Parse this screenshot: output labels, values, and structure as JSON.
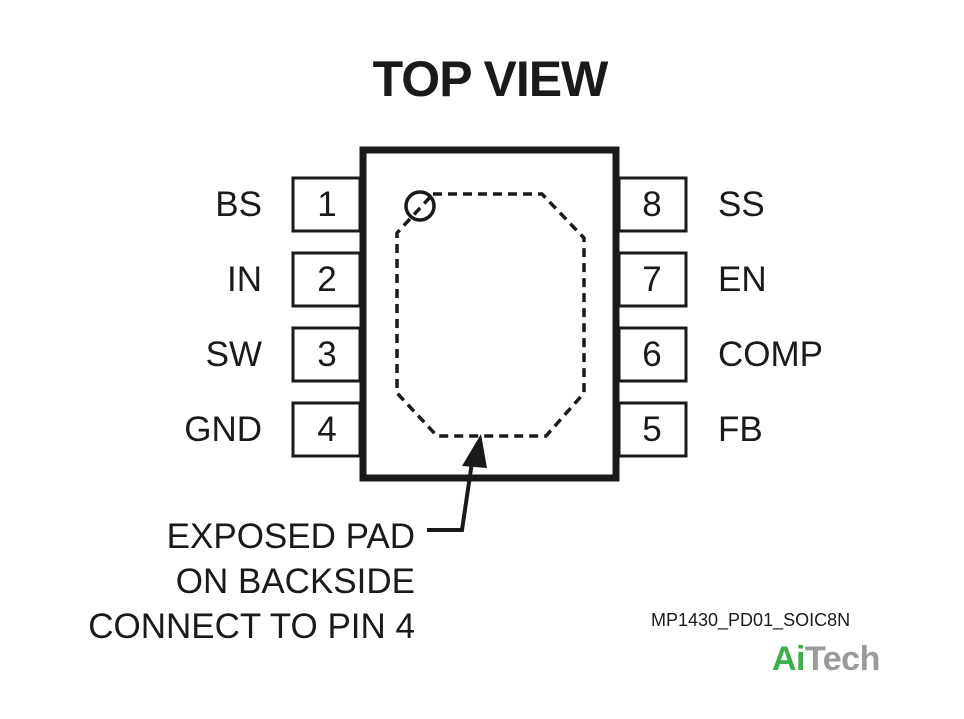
{
  "title": "TOP VIEW",
  "pins_left": [
    {
      "num": "1",
      "name": "BS"
    },
    {
      "num": "2",
      "name": "IN"
    },
    {
      "num": "3",
      "name": "SW"
    },
    {
      "num": "4",
      "name": "GND"
    }
  ],
  "pins_right": [
    {
      "num": "8",
      "name": "SS"
    },
    {
      "num": "7",
      "name": "EN"
    },
    {
      "num": "6",
      "name": "COMP"
    },
    {
      "num": "5",
      "name": "FB"
    }
  ],
  "callout": {
    "line1": "EXPOSED PAD",
    "line2": "ON BACKSIDE",
    "line3": "CONNECT TO PIN 4"
  },
  "part_code": "MP1430_PD01_SOIC8N",
  "logo": {
    "part1": "Ai",
    "part2": "Tech"
  },
  "colors": {
    "ink": "#1a1a1a",
    "logo_green": "#3fae49",
    "logo_gray": "#9a9a9a"
  }
}
